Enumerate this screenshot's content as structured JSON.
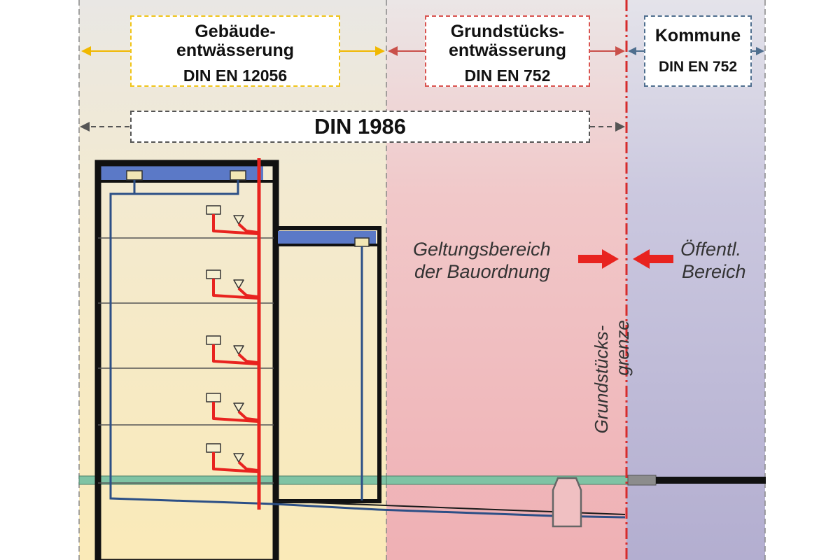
{
  "zones": {
    "gebaeude": {
      "title_line1": "Gebäude-",
      "title_line2": "entwässerung",
      "standard": "DIN EN 12056",
      "color": "#f0c419"
    },
    "grundstueck": {
      "title_line1": "Grundstücks-",
      "title_line2": "entwässerung",
      "standard": "DIN EN 752",
      "color": "#d9534f"
    },
    "kommune": {
      "title": "Kommune",
      "standard": "DIN EN 752",
      "color": "#4f6f8f"
    }
  },
  "din1986": {
    "label": "DIN 1986"
  },
  "labels": {
    "geltung_line1": "Geltungsbereich",
    "geltung_line2": "der Bauordnung",
    "oeffentl_line1": "Öffentl.",
    "oeffentl_line2": "Bereich",
    "grenze_line1": "Grundstücks-",
    "grenze_line2": "grenze"
  },
  "colors": {
    "zone_building_bg": "#f8ecc0",
    "zone_property_bg": "#f1b6b8",
    "zone_public_bg": "#b8b4d6",
    "boundary_line": "#d62b2b",
    "pipe_red": "#e8231f",
    "pipe_blue": "#2c4f86",
    "roof_blue": "#5b79c7",
    "ground_green": "#7fc3a4"
  },
  "icons": [
    "arrow-left-icon",
    "arrow-right-icon",
    "red-arrow-right-icon",
    "red-arrow-left-icon",
    "washbasin-icon",
    "toilet-icon",
    "inspection-chamber-icon"
  ]
}
